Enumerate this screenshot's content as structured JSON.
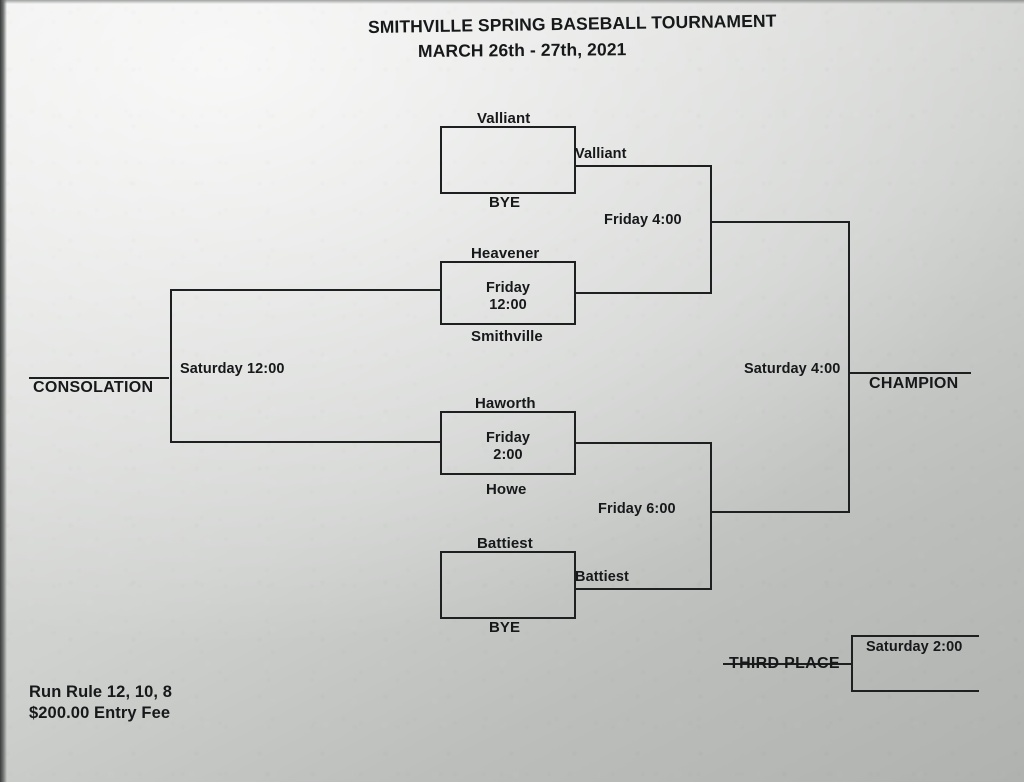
{
  "header": {
    "line1": "SMITHVILLE SPRING BASEBALL TOURNAMENT",
    "line2": "MARCH 26th - 27th, 2021"
  },
  "bracket": {
    "round1": [
      {
        "id": "game-1",
        "top_team": "Valliant",
        "bottom_team": "BYE",
        "time": "",
        "winner": "Valliant"
      },
      {
        "id": "game-2",
        "top_team": "Heavener",
        "bottom_team": "Smithville",
        "time_day": "Friday",
        "time_clock": "12:00",
        "winner": ""
      },
      {
        "id": "game-3",
        "top_team": "Haworth",
        "bottom_team": "Howe",
        "time_day": "Friday",
        "time_clock": "2:00",
        "winner": ""
      },
      {
        "id": "game-4",
        "top_team": "Battiest",
        "bottom_team": "BYE",
        "time": "",
        "winner": "Battiest"
      }
    ],
    "semifinals": [
      {
        "id": "semifinal-upper",
        "time": "Friday 4:00"
      },
      {
        "id": "semifinal-lower",
        "time": "Friday 6:00"
      }
    ],
    "championship": {
      "time": "Saturday 4:00",
      "label": "CHAMPION"
    },
    "consolation": {
      "time": "Saturday 12:00",
      "label": "CONSOLATION"
    },
    "third_place": {
      "label": "THIRD PLACE",
      "time": "Saturday 2:00"
    }
  },
  "footer": {
    "run_rule": "Run Rule 12, 10, 8",
    "entry_fee": "$200.00 Entry Fee"
  }
}
